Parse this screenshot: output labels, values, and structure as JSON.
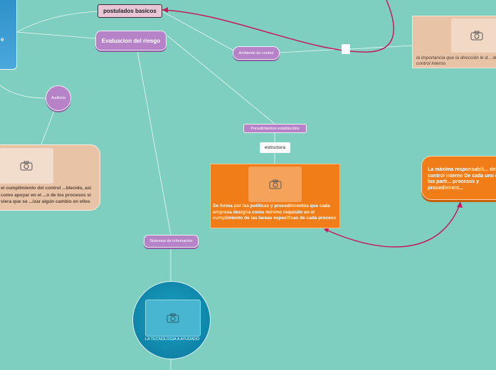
{
  "nodes": {
    "top_left_card": {
      "text": "e"
    },
    "postulados": {
      "label": "postulados basicos"
    },
    "evaluacion": {
      "label": "Evaluacion del riesgo"
    },
    "ambiente": {
      "label": "Ambiente de control"
    },
    "top_right_card": {
      "text": "la importancia que la dirección le d... del control interno"
    },
    "auditoria": {
      "label": "Auditoria"
    },
    "left_card": {
      "text": "el cumplimiento del control ...blecido, así como apoyar en el ...o de los procesos si viera que se ...izar algún cambio en ellos"
    },
    "procedimientos": {
      "label": "Pocedimientos establecidos"
    },
    "estructura": {
      "label": "estructura"
    },
    "orange_card": {
      "text": "Se forma por las políticas y procedimientos que cada empresa designa como mínimo requisito en el cumplimiento de las tareas específicas de cada proceso"
    },
    "right_orange": {
      "text": "La máxima responsabili... del control interno De cada uno de los parti... procesos y procedimient..."
    },
    "sistemas": {
      "label": "Sistemas de información"
    },
    "circle": {
      "label": "LA TECNOLOGIA A AYUDADO"
    }
  },
  "colors": {
    "background": "#7ecfc0",
    "purple_node": "#b683c8",
    "orange_node": "#f07d17",
    "peach_node": "#e8c3a6",
    "connector_red": "#c8195a",
    "connector_white": "#eef7f4"
  },
  "icons": [
    "camera-icon"
  ]
}
